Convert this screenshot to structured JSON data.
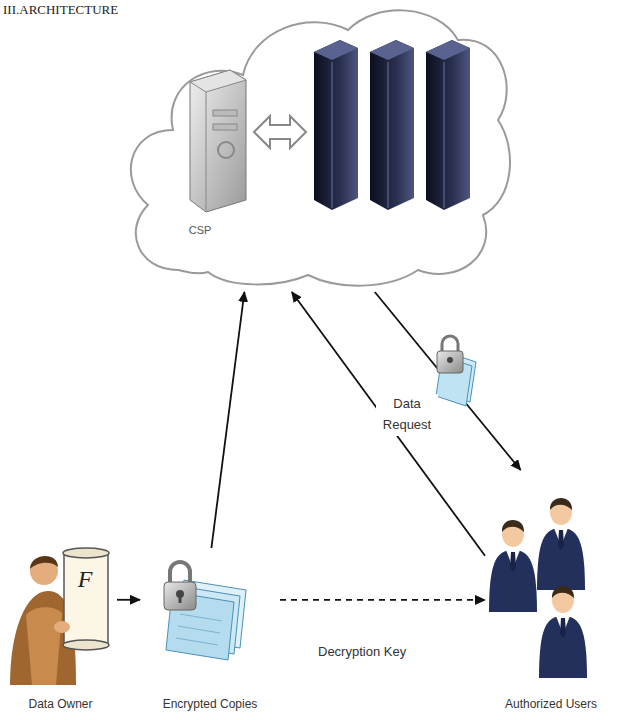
{
  "diagram": {
    "nodes": [
      {
        "text": [
          "CSP"
        ]
      },
      {
        "text": [
          "Data Owner"
        ]
      },
      {
        "text": [
          "Encrypted Copies"
        ]
      },
      {
        "text": [
          "Authorized Users"
        ]
      }
    ],
    "edges": [
      {
        "from": 1,
        "to": 2,
        "arrow": "to"
      },
      {
        "from": 2,
        "to": 0,
        "arrow": "to"
      },
      {
        "from": 3,
        "to": 0,
        "label": "Data Request",
        "arrow": "to"
      },
      {
        "from": 0,
        "to": 3,
        "arrow": "to"
      },
      {
        "from": 2,
        "to": 3,
        "label": "Decryption Key",
        "arrow": "to"
      }
    ],
    "labels": [
      "III.ARCHITECTURE",
      "F"
    ]
  }
}
